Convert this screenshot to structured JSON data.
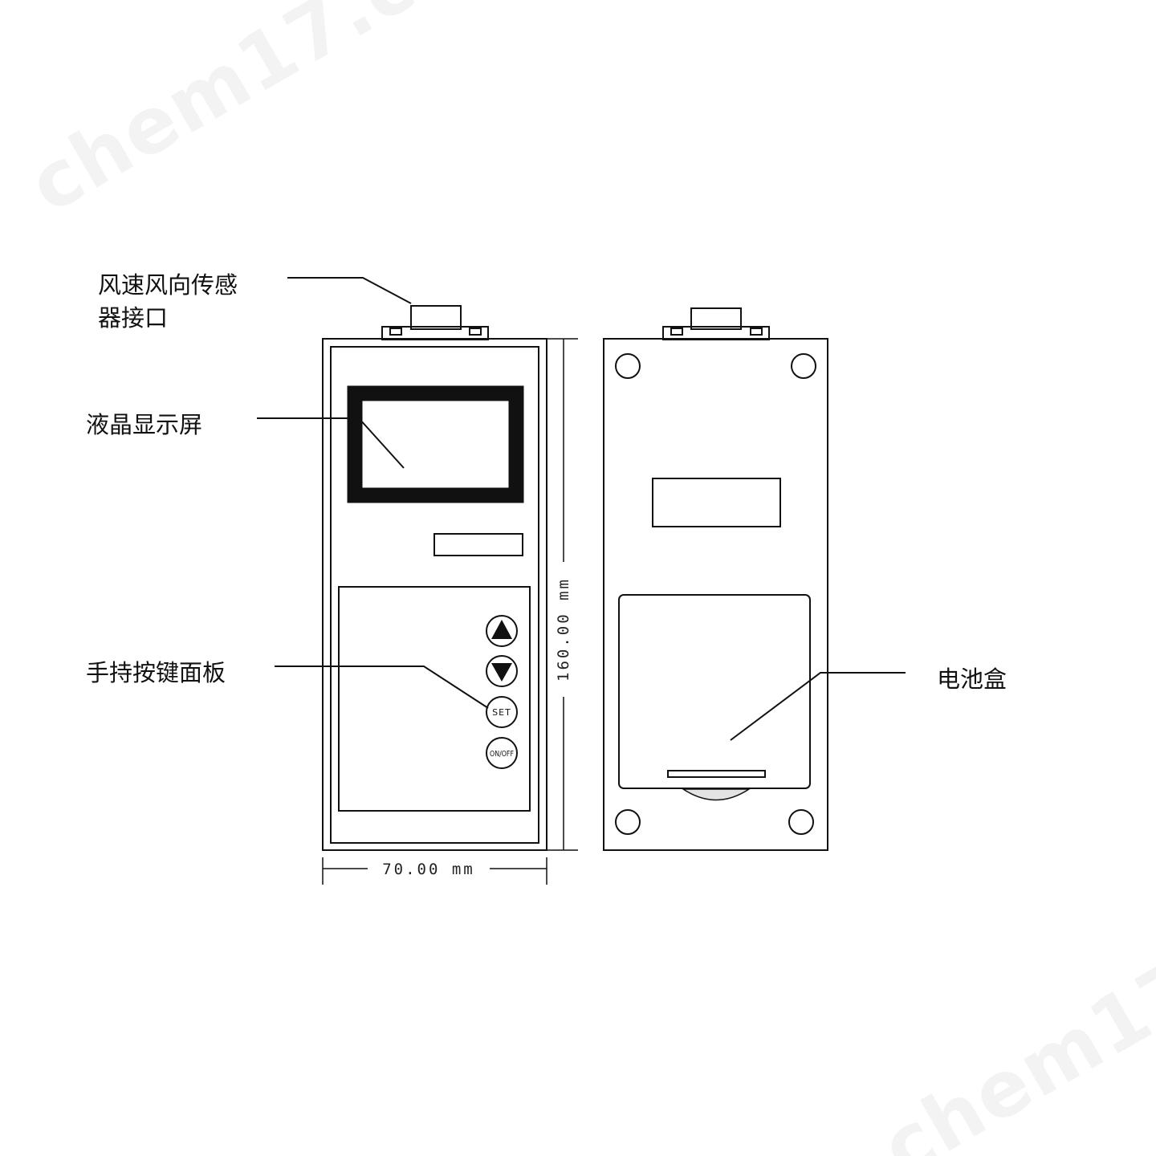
{
  "watermark": "chem17.com",
  "labels": {
    "sensor_port_line1": "风速风向传感",
    "sensor_port_line2": "器接口",
    "lcd_screen": "液晶显示屏",
    "keypad_panel": "手持按键面板",
    "battery_box": "电池盒"
  },
  "dimensions": {
    "width": "70.00 mm",
    "height": "160.00 mm"
  },
  "buttons": {
    "up": "up-arrow-icon",
    "down": "down-arrow-icon",
    "set": "SET",
    "power": "ON/OFF"
  }
}
